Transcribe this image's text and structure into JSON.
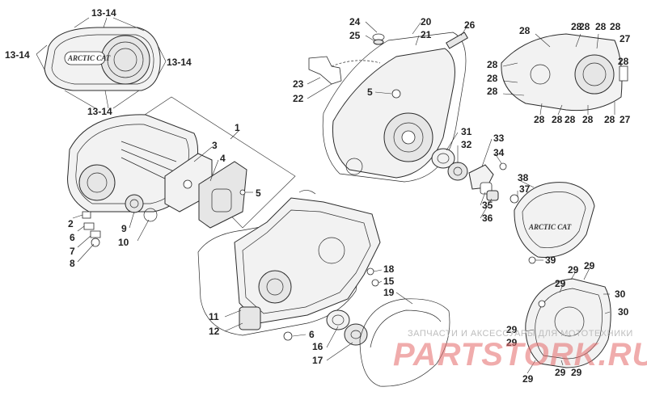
{
  "callouts": {
    "c1": "1",
    "c2": "2",
    "c3": "3",
    "c4": "4",
    "c5a": "5",
    "c5b": "5",
    "c6a": "6",
    "c6b": "6",
    "c7": "7",
    "c8": "8",
    "c9": "9",
    "c10": "10",
    "c11": "11",
    "c12": "12",
    "c1314_top": "13-14",
    "c1314_left": "13-14",
    "c1314_right": "13-14",
    "c1314_bottom": "13-14",
    "c15": "15",
    "c16": "16",
    "c17": "17",
    "c18": "18",
    "c19": "19",
    "c20": "20",
    "c21": "21",
    "c22": "22",
    "c23": "23",
    "c24": "24",
    "c25": "25",
    "c26": "26",
    "c27a": "27",
    "c27b": "27",
    "c28": [
      "28",
      "28",
      "28",
      "28",
      "28",
      "28",
      "28",
      "28",
      "28",
      "28",
      "28",
      "28",
      "28",
      "28"
    ],
    "c29": [
      "29",
      "29",
      "29",
      "29",
      "29",
      "29",
      "29",
      "29"
    ],
    "c30a": "30",
    "c30b": "30",
    "c31": "31",
    "c32": "32",
    "c33": "33",
    "c34": "34",
    "c35": "35",
    "c36": "36",
    "c37": "37",
    "c38": "38",
    "c39": "39"
  },
  "logos": {
    "cover_logo": "ARCTIC CAT",
    "side_cover_logo": "ARCTIC CAT"
  },
  "watermark": {
    "tagline": "ЗАПЧАСТИ И АКСЕССУАРЫ ДЛЯ МОТОТЕХНИКИ",
    "site": "PARTSTORK.RU"
  }
}
